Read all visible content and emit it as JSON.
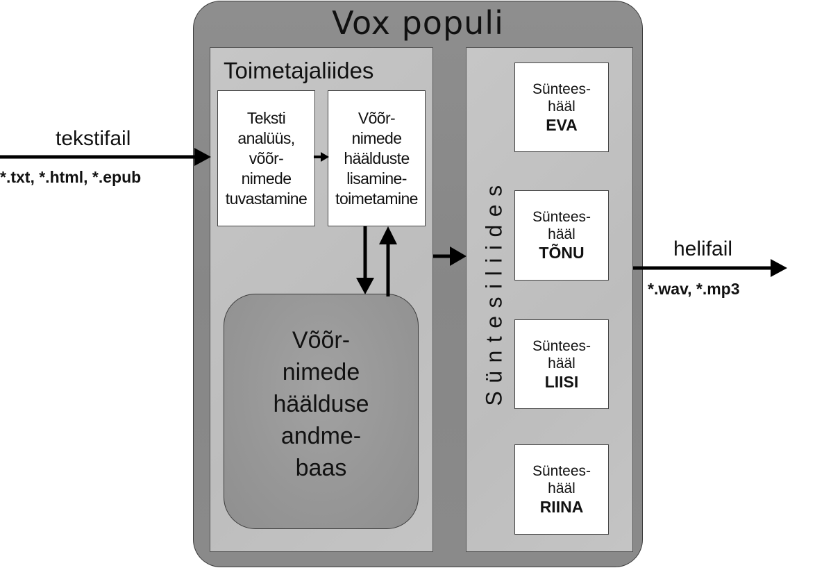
{
  "diagram": {
    "title": "Vox populi",
    "input": {
      "label": "tekstifail",
      "formats": "*.txt, *.html, *.epub"
    },
    "output": {
      "label": "helifail",
      "formats": "*.wav, *.mp3"
    },
    "editor_interface": {
      "title": "Toimetajaliides",
      "process_boxes": [
        {
          "text": "Teksti\nanalüüs,\nvõõr-\nnimede\ntuvastamine"
        },
        {
          "text": "Võõr-\nnimede\nhäälduste\nlisamine-\ntoimetamine"
        }
      ],
      "database": {
        "text": "Võõr-\nnimede\nhäälduse\nandme-\nbaas"
      }
    },
    "synthesis_interface": {
      "title": "Süntesiliides",
      "voices": [
        {
          "line1": "Süntees-",
          "line2": "hääl",
          "name": "EVA"
        },
        {
          "line1": "Süntees-",
          "line2": "hääl",
          "name": "TÕNU"
        },
        {
          "line1": "Süntees-",
          "line2": "hääl",
          "name": "LIISI"
        },
        {
          "line1": "Süntees-",
          "line2": "hääl",
          "name": "RIINA"
        }
      ]
    },
    "colors": {
      "outer_frame": "#8a8a8a",
      "inner_panel": "#c2c2c2",
      "database": "#979797",
      "box": "#ffffff",
      "arrow": "#000000"
    }
  }
}
